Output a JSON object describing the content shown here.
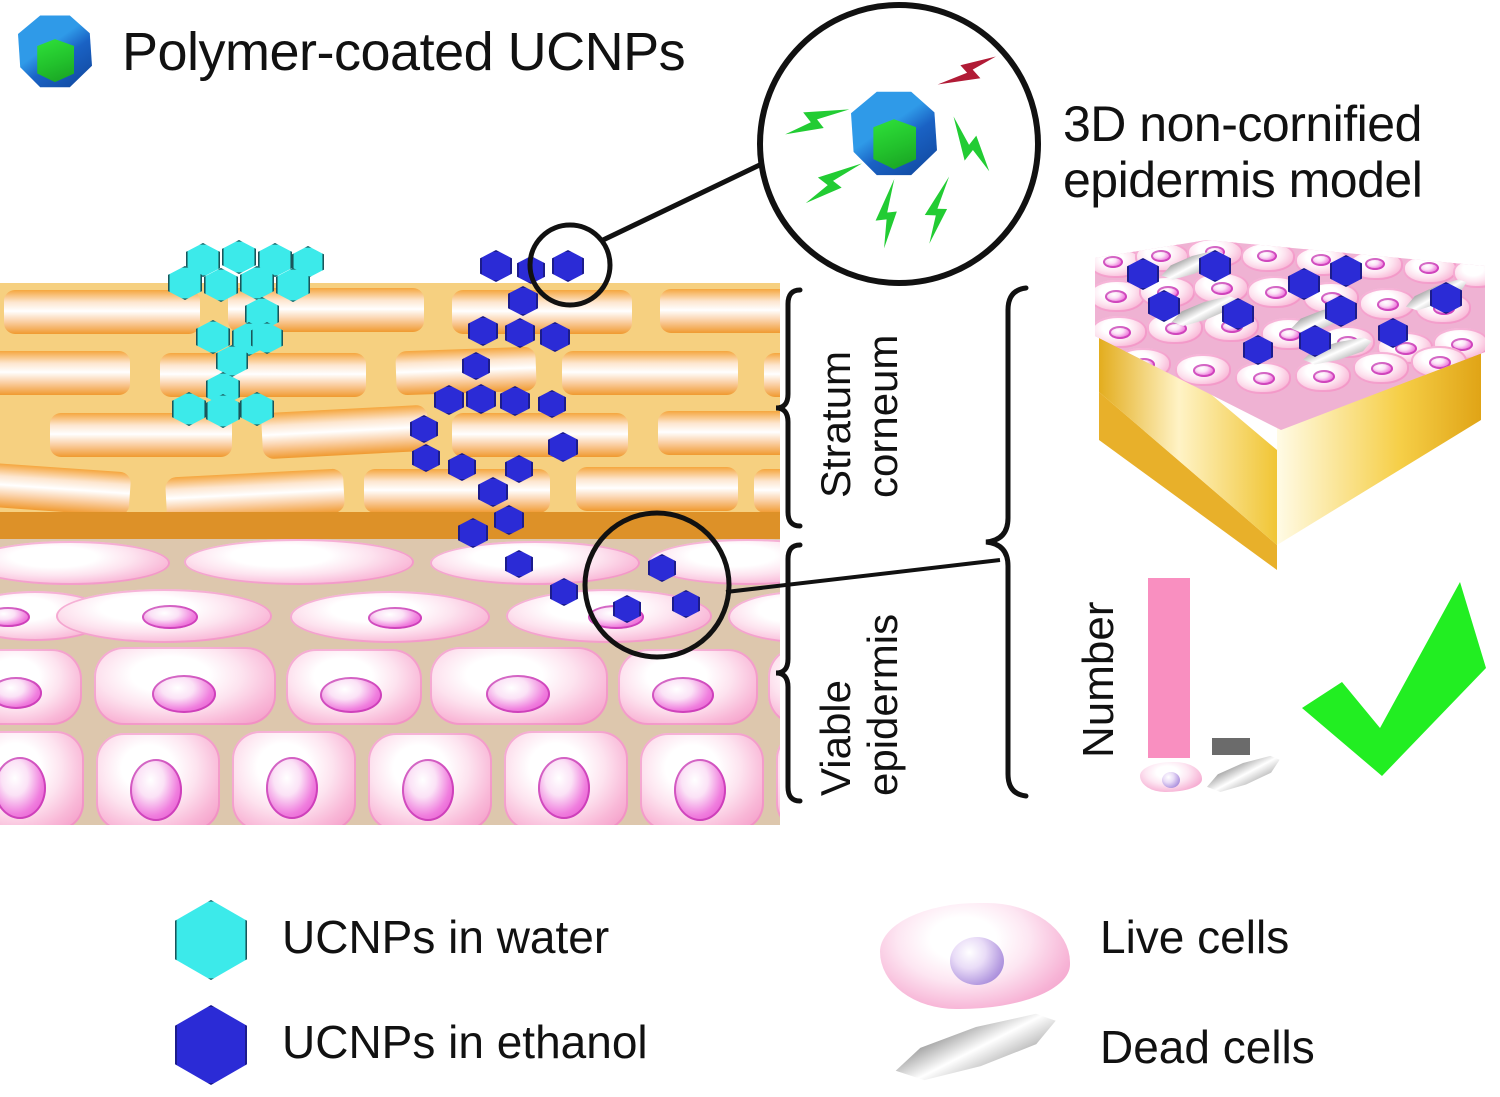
{
  "figure": {
    "kind": "graphical-abstract",
    "title_polymer_ucnps": "Polymer-coated UCNPs",
    "title_3d_model": "3D non-cornified\nepidermis model"
  },
  "skin_diagram": {
    "layers": [
      {
        "name": "Stratum corneum",
        "label": "Stratum\ncorneum",
        "fill": "#f6d080",
        "brick_fill": "#f5a63e"
      },
      {
        "name": "Viable epidermis",
        "label": "Viable\nepidermis",
        "fill": "#ddc7ad",
        "cell_fill": "#f9b9d8"
      }
    ],
    "band_color": "#dd9128",
    "water_particle_color": "#3ceaea",
    "ethanol_particle_color": "#2b2bd6",
    "annotation_circles": 2
  },
  "magnifier": {
    "excitation_bolt_color": "#b11b36",
    "emission_bolt_color": "#22cc33",
    "emission_bolt_count": 5,
    "excitation_bolt_count": 1,
    "particle_shell_color": "#2f9ae8",
    "particle_core_color": "#22c12c"
  },
  "bar_panel": {
    "ylabel": "Number",
    "verdict_icon": "check-mark",
    "verdict_color": "#22ee22"
  },
  "chart_data": {
    "type": "bar",
    "title": "",
    "xlabel": "",
    "ylabel": "Number",
    "categories": [
      "Live cells",
      "Dead cells"
    ],
    "values": [
      100,
      9
    ],
    "ylim": [
      0,
      110
    ],
    "colors": [
      "#f98fc0",
      "#6b6b6b"
    ],
    "grid": false,
    "legend": "none",
    "annotations": [
      "green check mark indicating acceptable viability"
    ]
  },
  "legend": {
    "items": [
      {
        "label": "UCNPs in water",
        "icon": "hexagon-icon",
        "color": "#3ceaea"
      },
      {
        "label": "UCNPs in ethanol",
        "icon": "hexagon-icon",
        "color": "#2b2bd6"
      },
      {
        "label": "Live cells",
        "icon": "live-cell-icon",
        "color": "#f7b4d6"
      },
      {
        "label": "Dead cells",
        "icon": "dead-cell-icon",
        "color": "#8f8f8f"
      }
    ]
  }
}
